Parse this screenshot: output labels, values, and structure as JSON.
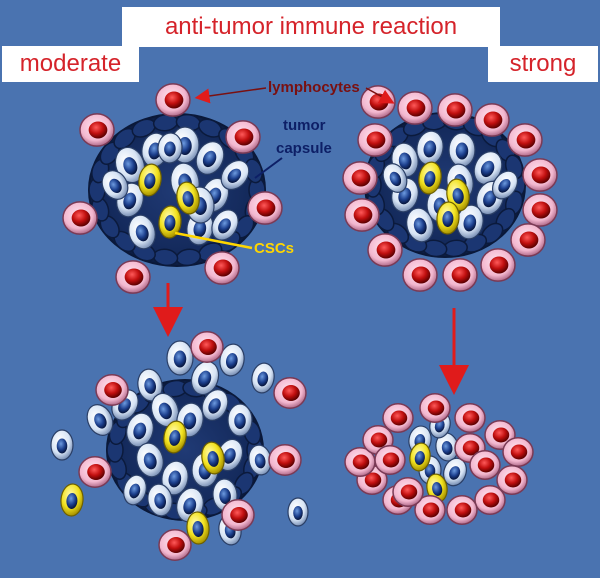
{
  "title": "anti-tumor immune reaction",
  "left_label": "moderate",
  "right_label": "strong",
  "annotations": {
    "lymphocytes": "lymphocytes",
    "tumor_capsule_line1": "tumor",
    "tumor_capsule_line2": "capsule",
    "cscs": "CSCs"
  },
  "colors": {
    "background": "#4a73b0",
    "banner_text": "#d5232a",
    "lymphocyte_label": "#7a1010",
    "capsule_label": "#0d1f66",
    "csc_label": "#ffd600",
    "arrow": "#e01b1b"
  }
}
